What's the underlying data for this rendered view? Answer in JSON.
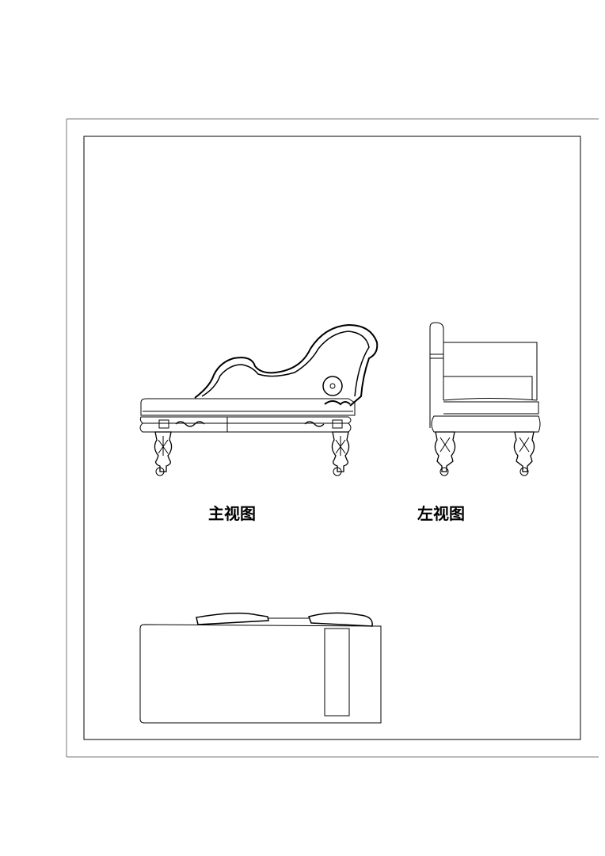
{
  "drawing": {
    "views": [
      {
        "id": "front",
        "label": "主视图"
      },
      {
        "id": "left",
        "label": "左视图"
      },
      {
        "id": "top",
        "label": ""
      }
    ],
    "line_color": "#000000",
    "frame_color": "#555555"
  }
}
